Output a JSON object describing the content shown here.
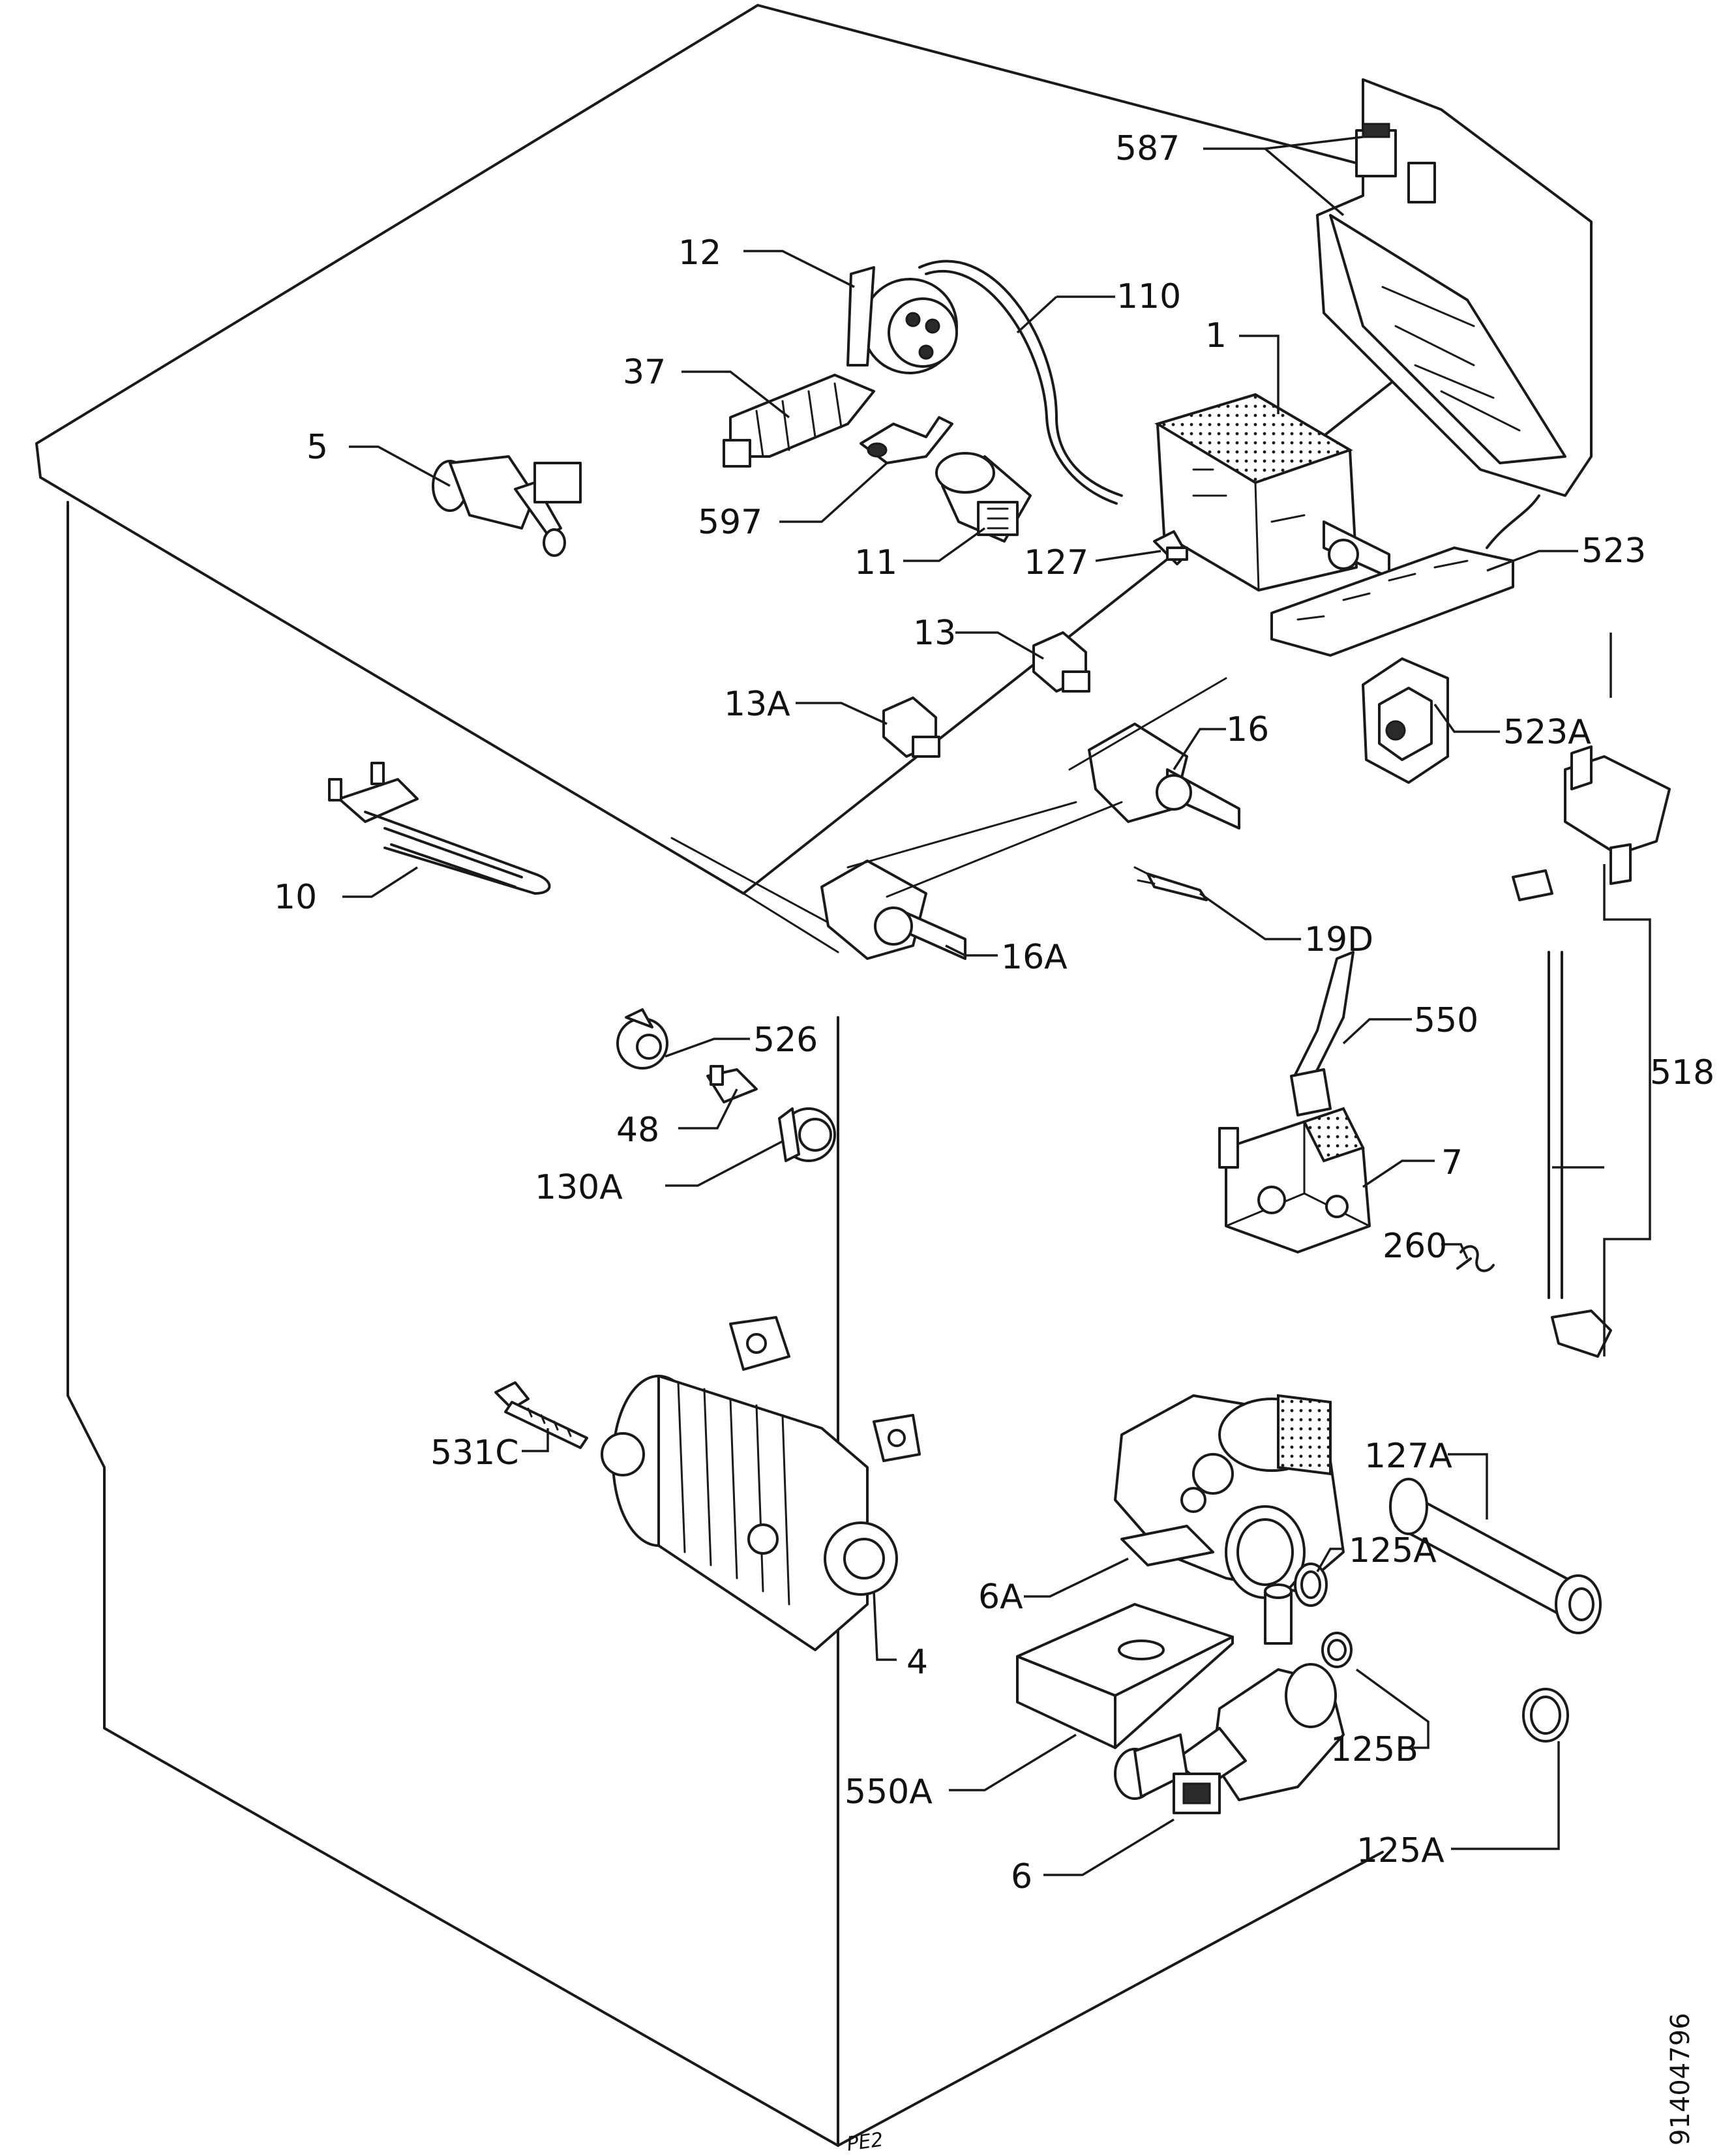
{
  "labels": {
    "l587": "587",
    "l12": "12",
    "l110": "110",
    "l1": "1",
    "l37": "37",
    "l5": "5",
    "l597": "597",
    "l11": "11",
    "l127": "127",
    "l523": "523",
    "l13": "13",
    "l13A": "13A",
    "l16": "16",
    "l523A": "523A",
    "l10": "10",
    "l16A": "16A",
    "l19D": "19D",
    "l550": "550",
    "l526": "526",
    "l518": "518",
    "l48": "48",
    "l130A": "130A",
    "l7": "7",
    "l260": "260",
    "l531C": "531C",
    "l127A": "127A",
    "l125A_top": "125A",
    "l6A": "6A",
    "l4": "4",
    "l125B": "125B",
    "l550A": "550A",
    "l6": "6",
    "l125A_bottom": "125A"
  },
  "reference_number": "91404796",
  "stamp": "PE2"
}
